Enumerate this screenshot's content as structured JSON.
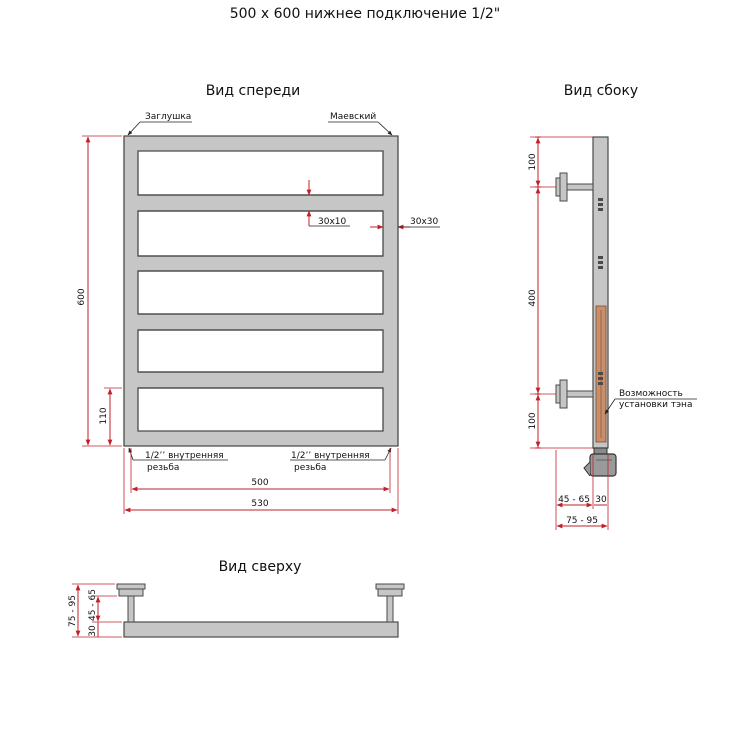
{
  "title": "500 x 600 нижнее подключение 1/2\"",
  "front": {
    "heading": "Вид спереди",
    "plug_label": "Заглушка",
    "mayevsky_label": "Маевский",
    "bar_size": "30x10",
    "frame_size": "30x30",
    "thread_left_1": "1/2’’ внутренняя",
    "thread_left_2": "резьба",
    "thread_right_1": "1/2’’ внутренняя",
    "thread_right_2": "резьба",
    "dim_height": "600",
    "dim_bottom": "110",
    "dim_width_inner": "500",
    "dim_width_outer": "530"
  },
  "side": {
    "heading": "Вид сбоку",
    "dim_top": "100",
    "dim_middle": "400",
    "dim_bottom": "100",
    "heater_label_1": "Возможность",
    "heater_label_2": "установки тэна",
    "dim_mount": "45 - 65",
    "dim_pipe": "30",
    "dim_depth": "75 - 95"
  },
  "top": {
    "heading": "Вид сверху",
    "dim_depth": "75 - 95",
    "dim_mount": "45 - 65",
    "dim_pipe": "30"
  },
  "colors": {
    "frame_fill": "#c6c6c6",
    "frame_stroke": "#4a4a4a",
    "dimension": "#c0202a",
    "heater": "#c98f6a"
  }
}
